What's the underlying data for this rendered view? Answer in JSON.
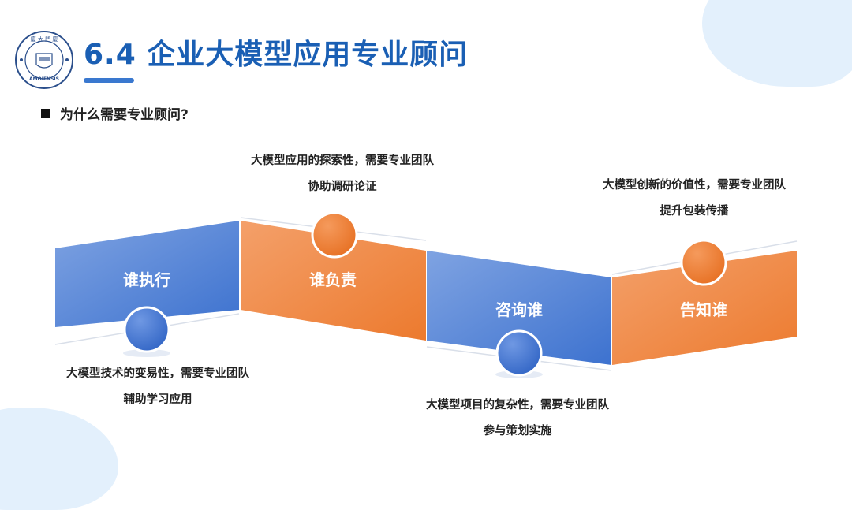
{
  "slide": {
    "title": "6.4 企业大模型应用专业顾问",
    "logo": {
      "icon": "university-seal-icon",
      "text": "UNIVERSITAS AMOIENSIS"
    },
    "subtitle": "为什么需要专业顾问?",
    "colors": {
      "title": "#1a5fb4",
      "blue": "#4a7fd6",
      "orange": "#ee7d34",
      "blob": "#e3f0fc"
    }
  },
  "steps": [
    {
      "label": "谁执行",
      "color": "blue",
      "desc_line1": "大模型技术的变易性，需要专业团队",
      "desc_line2": "辅助学习应用"
    },
    {
      "label": "谁负责",
      "color": "orange",
      "desc_line1": "大模型应用的探索性，需要专业团队",
      "desc_line2": "协助调研论证"
    },
    {
      "label": "咨询谁",
      "color": "blue",
      "desc_line1": "大模型项目的复杂性，需要专业团队",
      "desc_line2": "参与策划实施"
    },
    {
      "label": "告知谁",
      "color": "orange",
      "desc_line1": "大模型创新的价值性，需要专业团队",
      "desc_line2": "提升包装传播"
    }
  ]
}
